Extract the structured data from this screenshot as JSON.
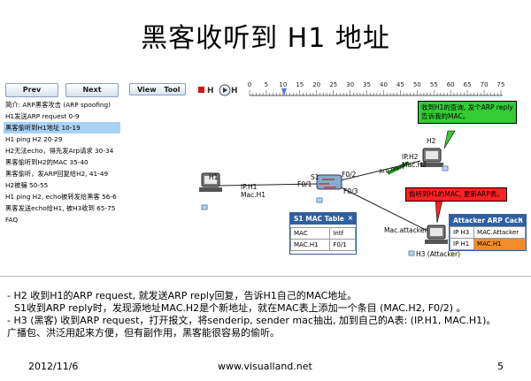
{
  "title": "黑客收听到 H1 地址",
  "toolbar": {
    "prev_label": "Prev",
    "next_label": "Next",
    "view_label": "View",
    "tool_label": "Tool",
    "timeline_ticks": [
      "0",
      "5",
      "10",
      "15",
      "20",
      "25",
      "30",
      "35",
      "40",
      "45",
      "50",
      "55",
      "60",
      "65",
      "70",
      "75"
    ]
  },
  "steps": [
    "简介: ARP黑客攻击 (ARP spoofing)",
    "H1发送ARP request 0-9",
    "黑客偷听到H1地址 10-19",
    "H1 ping H2 20-29",
    "H2无法echo，得先发Arp请求 30-34",
    "黑客偷听到H2的MAC 35-40",
    "黑客偷听，发ARP回复给H2, 41-49",
    "H2被骗 50-55",
    "H1 ping H2, echo被转发给黑客 56-6",
    "黑客发送echo给H1, 被H3收到 65-75",
    "FAQ"
  ],
  "active_step": 2,
  "network": {
    "bubble_green": [
      "收到H1的查询, 发个ARP reply",
      "告诉我的MAC。"
    ],
    "bubble_red": "偷听到H1的MAC, 更新ARP表。",
    "h1_label": "H1",
    "h1_ip": "IP.H1",
    "h1_mac": "Mac.H1",
    "h2_label": "H2",
    "h2_ip": "IP.H2",
    "h2_mac": "Mac.H2",
    "s1_label": "S1",
    "f01": "F0/1",
    "f02": "F0/2",
    "f03": "F0/3",
    "arp_reply_label": "Arp reply",
    "attacker_mac": "Mac.attacker",
    "h3_label": "H3 (Attacker)"
  },
  "s1_table": {
    "title": "S1 MAC Table",
    "headers": [
      "MAC",
      "Intf"
    ],
    "rows": [
      [
        "MAC.H1",
        "F0/1"
      ]
    ]
  },
  "attacker_table": {
    "title": "Attacker ARP Cach",
    "rows": [
      [
        "IP H3",
        "MAC.Attacker"
      ],
      [
        "IP H1",
        "MAC.H1"
      ]
    ]
  },
  "body_lines": [
    "- H2 收到H1的ARP request, 就发送ARP reply回复，告诉H1自己的MAC地址。",
    "  S1收到ARP reply时，发现源地址MAC.H2是个新地址，就在MAC表上添加一个条目 (MAC.H2, F0/2) 。",
    "- H3 (黑客) 收到ARP request，打开报文，将senderip, sender mac抽出, 加到自己的A表: (IP.H1, MAC.H1)。",
    "广播包、洪泛用起来方便，但有副作用，黑客能很容易的偷听。"
  ],
  "footer": {
    "date": "2012/11/6",
    "site": "www.visualland.net",
    "page": "5"
  },
  "colors": {
    "active_step": "#a9d2f5",
    "bubble_green": "#33cc33",
    "bubble_red": "#ff2222",
    "table_header": "#2f5fa0",
    "highlight_row": "#f28c28"
  }
}
